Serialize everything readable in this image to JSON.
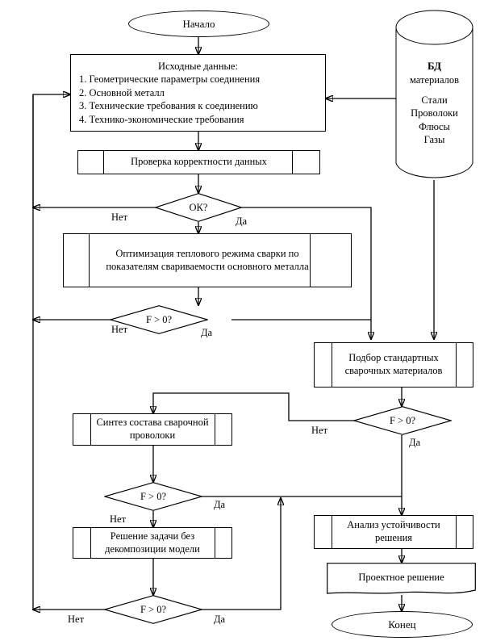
{
  "diagram": {
    "type": "flowchart",
    "title": "",
    "language": "ru",
    "nodes": {
      "start": {
        "label": "Начало",
        "shape": "terminator"
      },
      "input_data": {
        "header": "Исходные данные:",
        "items": [
          "1. Геометрические параметры соединения",
          "2. Основной металл",
          "3. Технические требования к соединению",
          "4. Технико-экономические требования"
        ],
        "shape": "process"
      },
      "db": {
        "title": "БД",
        "subtitle": "материалов",
        "items": [
          "Стали",
          "Проволоки",
          "Флюсы",
          "Газы"
        ],
        "shape": "database"
      },
      "check_data": {
        "label": "Проверка корректности данных",
        "shape": "predefined-process"
      },
      "ok_decision": {
        "label": "ОК?",
        "shape": "decision"
      },
      "optimization": {
        "label": "Оптимизация теплового режима сварки по показателям свариваемости основного металла",
        "shape": "predefined-process"
      },
      "f_decision_1": {
        "label": "F > 0?",
        "shape": "decision"
      },
      "standard_materials": {
        "label": "Подбор стандартных сварочных материалов",
        "shape": "predefined-process"
      },
      "f_decision_2": {
        "label": "F > 0?",
        "shape": "decision"
      },
      "wire_synthesis": {
        "label": "Синтез состава сварочной проволоки",
        "shape": "predefined-process"
      },
      "f_decision_3": {
        "label": "F > 0?",
        "shape": "decision"
      },
      "no_decomposition": {
        "label": "Решение задачи без декомпозиции модели",
        "shape": "predefined-process"
      },
      "f_decision_4": {
        "label": "F > 0?",
        "shape": "decision"
      },
      "stability_analysis": {
        "label": "Анализ устойчивости решения",
        "shape": "predefined-process"
      },
      "project_solution": {
        "label": "Проектное решение",
        "shape": "document"
      },
      "end": {
        "label": "Конец",
        "shape": "terminator"
      }
    },
    "edge_labels": {
      "ok_no": "Нет",
      "ok_yes": "Да",
      "f1_no": "Нет",
      "f1_yes": "Да",
      "f2_no": "Нет",
      "f2_yes": "Да",
      "f3_no": "Нет",
      "f3_yes": "Да",
      "f4_no": "Нет",
      "f4_yes": "Да"
    },
    "colors": {
      "stroke": "#000000",
      "fill": "#ffffff",
      "background": "#ffffff"
    }
  }
}
